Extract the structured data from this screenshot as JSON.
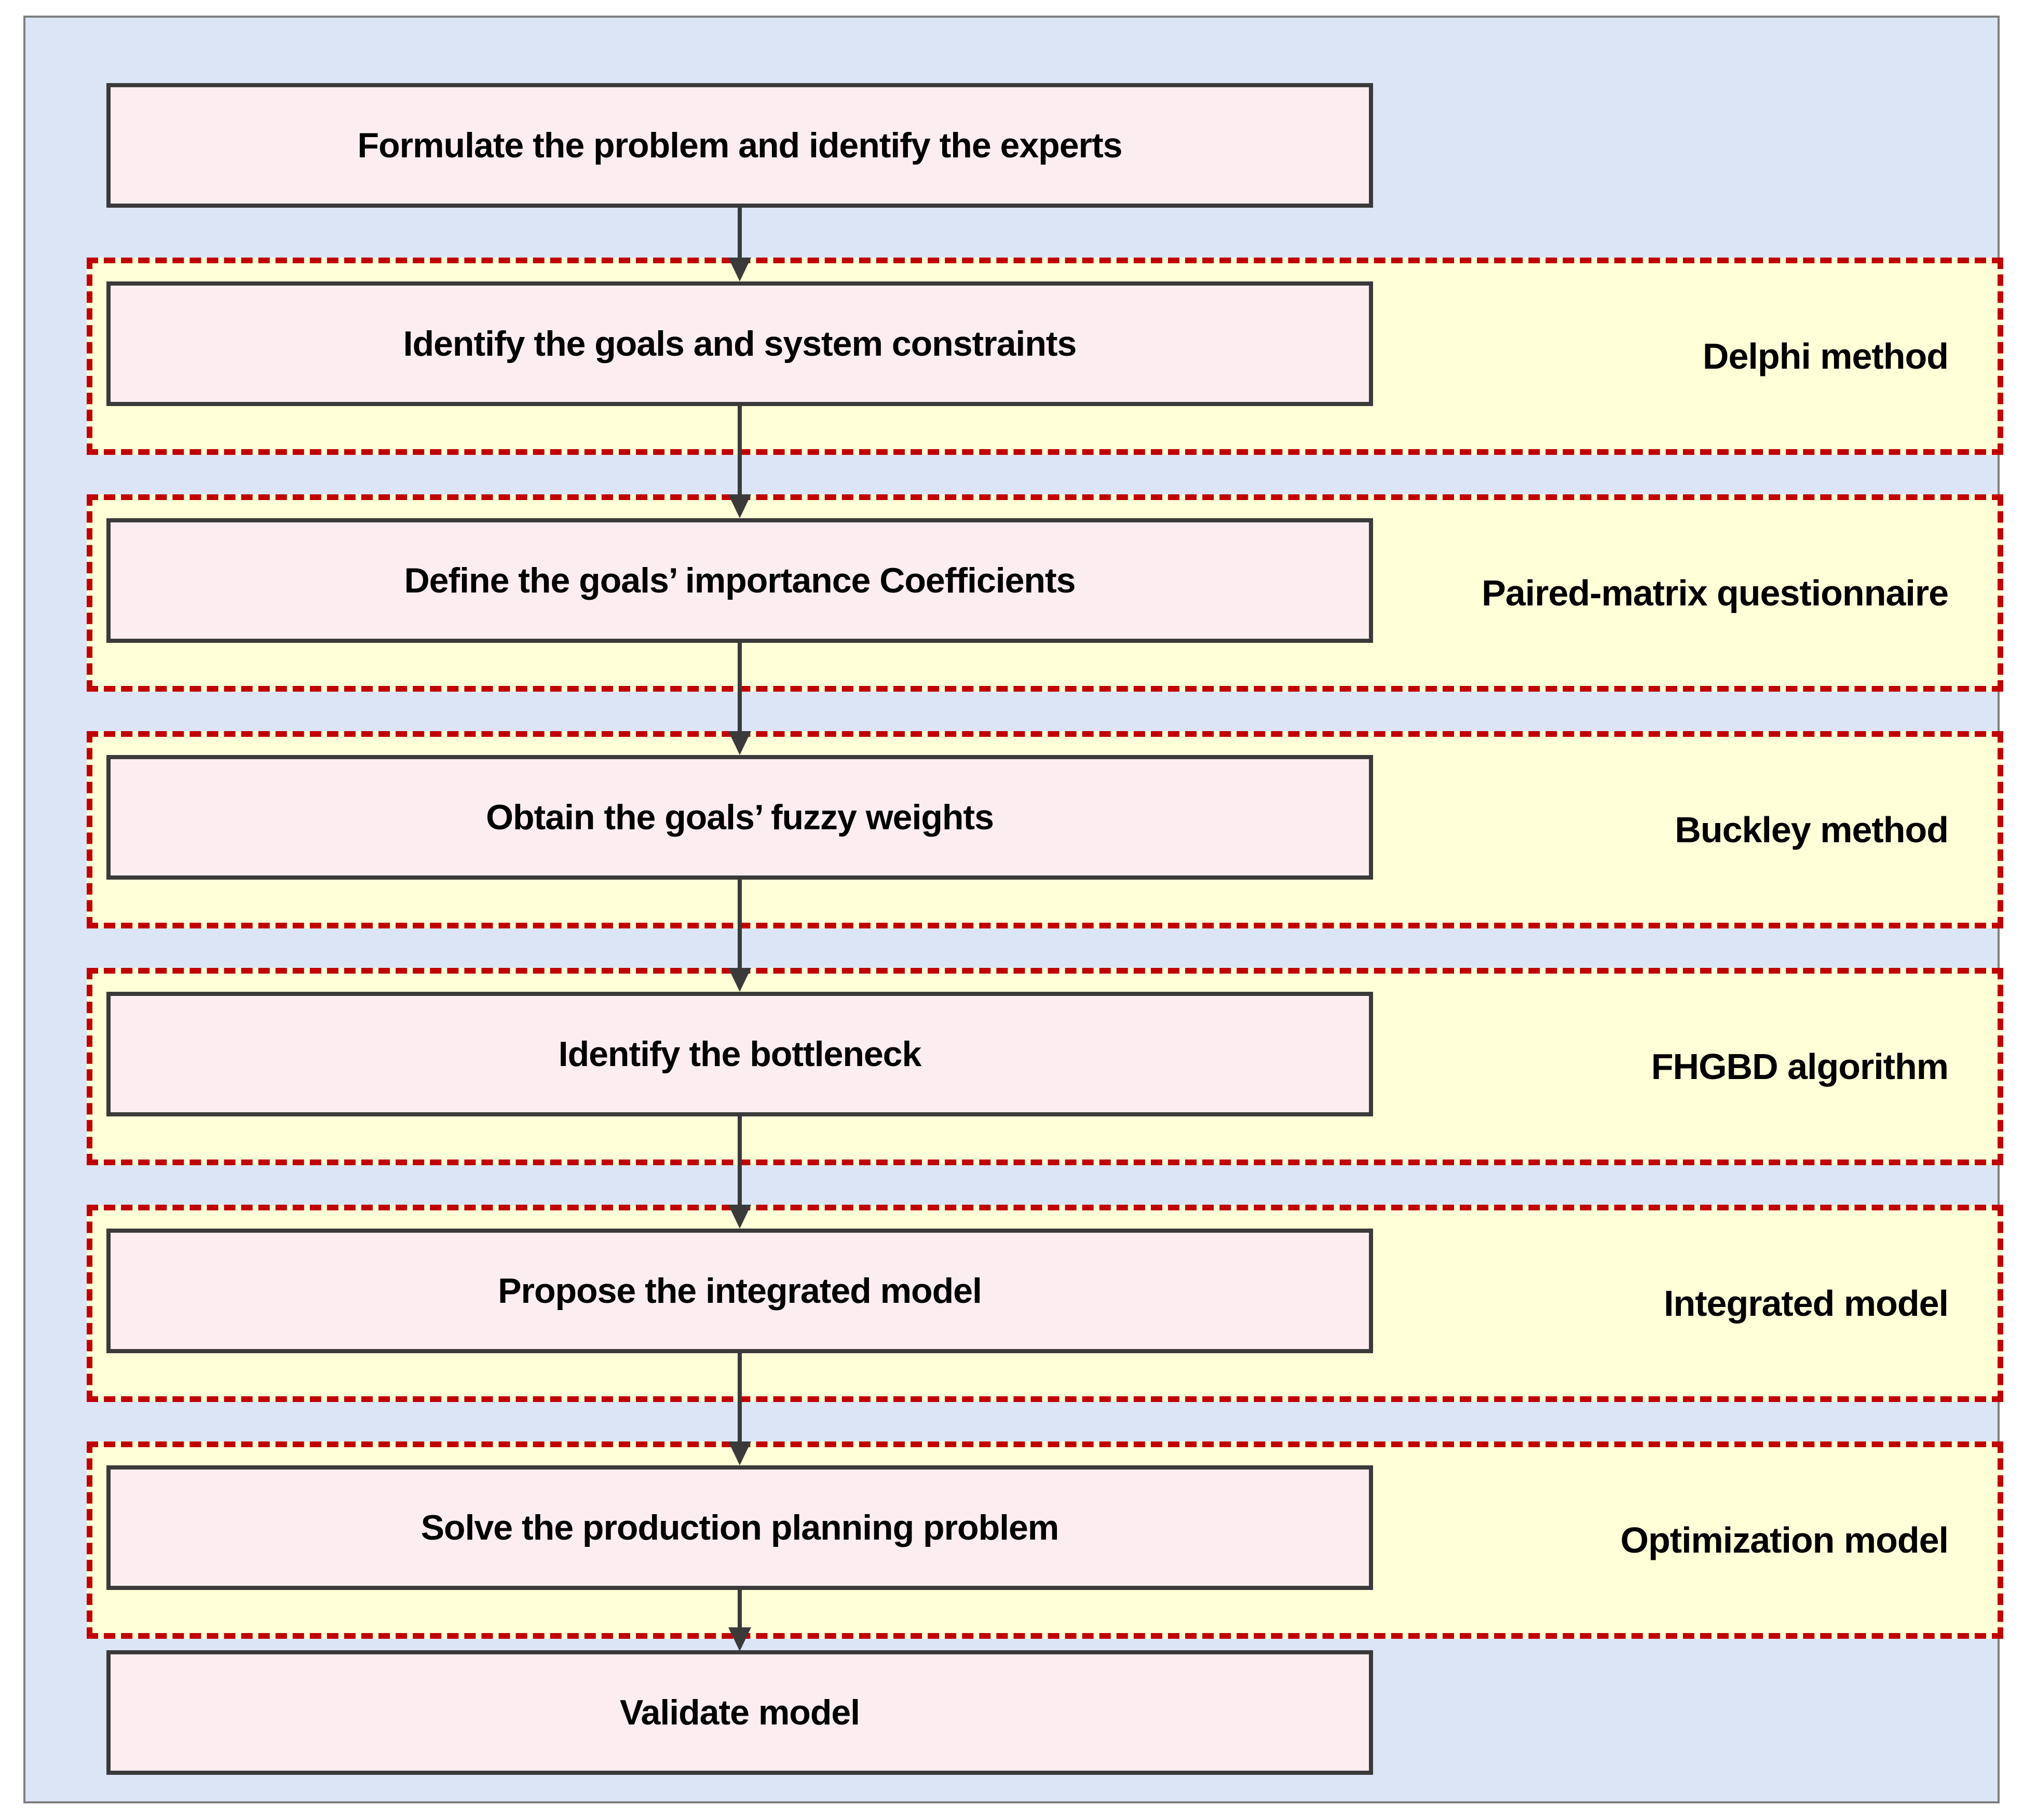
{
  "colors": {
    "page_bg": "#ffffff",
    "panel_bg": "#dbe5f6",
    "panel_border": "#7f7f7f",
    "band_bg": "#ffffd8",
    "band_border": "#c00000",
    "box_bg": "#fcedf1",
    "box_border": "#3a3a3a",
    "arrow": "#3a3a3a",
    "text": "#000000"
  },
  "flowchart": {
    "steps": [
      {
        "label": "Formulate the problem and identify the experts"
      },
      {
        "label": "Identify the goals and system constraints",
        "method": "Delphi method"
      },
      {
        "label": "Define the goals’ importance Coefficients",
        "method": "Paired-matrix questionnaire"
      },
      {
        "label": "Obtain the goals’ fuzzy weights",
        "method": "Buckley method"
      },
      {
        "label": "Identify the bottleneck",
        "method": "FHGBD algorithm"
      },
      {
        "label": "Propose the integrated model",
        "method": "Integrated model"
      },
      {
        "label": "Solve the production planning problem",
        "method": "Optimization model"
      },
      {
        "label": "Validate model"
      }
    ]
  }
}
